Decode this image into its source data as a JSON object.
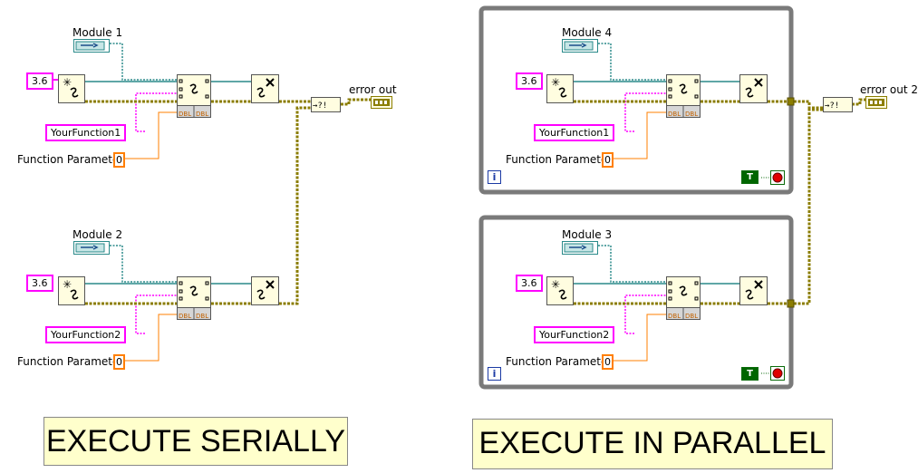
{
  "serial": {
    "module_a": "Module 1",
    "module_b": "Module 2",
    "num_a": "3.6",
    "num_b": "3.6",
    "func_a": "YourFunction1",
    "func_b": "YourFunction2",
    "param_label_a": "Function Parameter",
    "param_label_b": "Function Parameter",
    "param_val_a": "0",
    "param_val_b": "0",
    "dbl": "DBL",
    "error_out": "error out",
    "banner": "EXECUTE SERIALLY"
  },
  "parallel": {
    "module_a": "Module 4",
    "module_b": "Module 3",
    "num_a": "3.6",
    "num_b": "3.6",
    "func_a": "YourFunction1",
    "func_b": "YourFunction2",
    "param_label_a": "Function Parameter",
    "param_label_b": "Function Parameter",
    "param_val_a": "0",
    "param_val_b": "0",
    "dbl": "DBL",
    "error_out": "error out 2",
    "loop_index": "i",
    "true_const": "T",
    "banner": "EXECUTE IN PARALLEL"
  },
  "colors": {
    "error_wire": "#8b7d00",
    "ref_wire": "#2a8a8a",
    "string_wire": "#ff00ff",
    "number_wire": "#ff7f00",
    "loop_border": "#7a7a7a",
    "banner_bg": "#ffffcc"
  },
  "icons": [
    "open-python-session-icon",
    "python-node-icon",
    "close-python-session-icon",
    "merge-errors-icon",
    "error-out-indicator-icon",
    "loop-iteration-icon",
    "stop-button-icon"
  ]
}
